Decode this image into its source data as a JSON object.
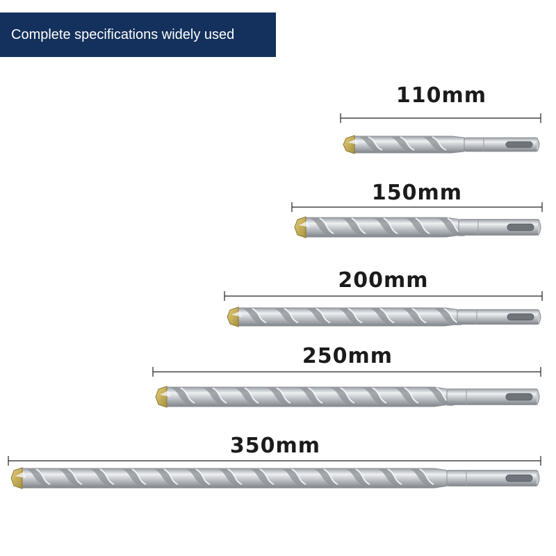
{
  "banner": {
    "text": "Complete specifications widely used"
  },
  "sizes": [
    {
      "label": "110mm"
    },
    {
      "label": "150mm"
    },
    {
      "label": "200mm"
    },
    {
      "label": "250mm"
    },
    {
      "label": "350mm"
    }
  ],
  "colors": {
    "banner_bg": "#13315c",
    "steel_light": "#e6e8ea",
    "steel_mid": "#b9bdc2",
    "steel_dark": "#7d8288",
    "carbide_tip": "#cbb45a",
    "dimension_line": "#222222"
  }
}
